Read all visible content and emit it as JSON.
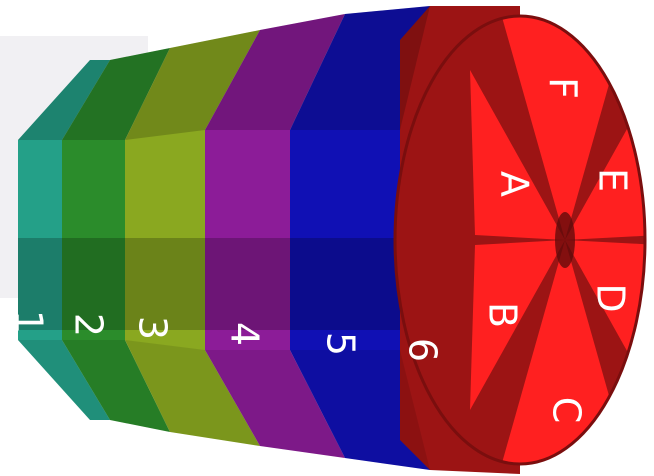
{
  "bands": [
    {
      "label": "1",
      "color": "#24a088"
    },
    {
      "label": "2",
      "color": "#2b8c2b"
    },
    {
      "label": "3",
      "color": "#8aa820"
    },
    {
      "label": "4",
      "color": "#8c1c98"
    },
    {
      "label": "5",
      "color": "#1010b4"
    },
    {
      "label": "6",
      "color": "#9c1414"
    }
  ],
  "sectors": {
    "dark": "#9c1414",
    "light": "#ff2020",
    "labels": [
      "A",
      "B",
      "C",
      "D",
      "E",
      "F"
    ]
  }
}
